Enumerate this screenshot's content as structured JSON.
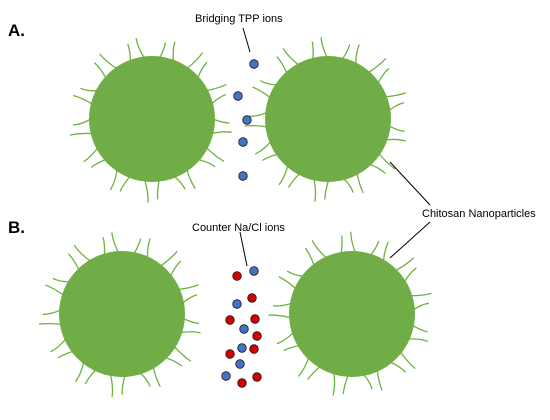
{
  "panels": [
    {
      "label": "A.",
      "annotation": "Bridging TPP ions",
      "particles": [
        "chitosan",
        "chitosan"
      ],
      "ions": [
        {
          "kind": "TPP"
        },
        {
          "kind": "TPP"
        },
        {
          "kind": "TPP"
        },
        {
          "kind": "TPP"
        },
        {
          "kind": "TPP"
        }
      ]
    },
    {
      "label": "B.",
      "annotation": "Counter Na/Cl ions",
      "particles": [
        "chitosan",
        "chitosan"
      ],
      "ions": [
        {
          "kind": "Na"
        },
        {
          "kind": "Cl"
        },
        {
          "kind": "Cl"
        },
        {
          "kind": "Na"
        },
        {
          "kind": "Cl"
        },
        {
          "kind": "Cl"
        },
        {
          "kind": "Na"
        },
        {
          "kind": "Cl"
        },
        {
          "kind": "Na"
        },
        {
          "kind": "Cl"
        },
        {
          "kind": "Cl"
        },
        {
          "kind": "Na"
        },
        {
          "kind": "Cl"
        },
        {
          "kind": "Cl"
        },
        {
          "kind": "Na"
        }
      ]
    }
  ],
  "shared_label": "Chitosan Nanoparticles",
  "colors": {
    "particle": "#70ad47",
    "strand": "#6db33f",
    "tpp_ion": "#4472c4",
    "na_ion": "#4472c4",
    "cl_ion": "#d40000"
  }
}
